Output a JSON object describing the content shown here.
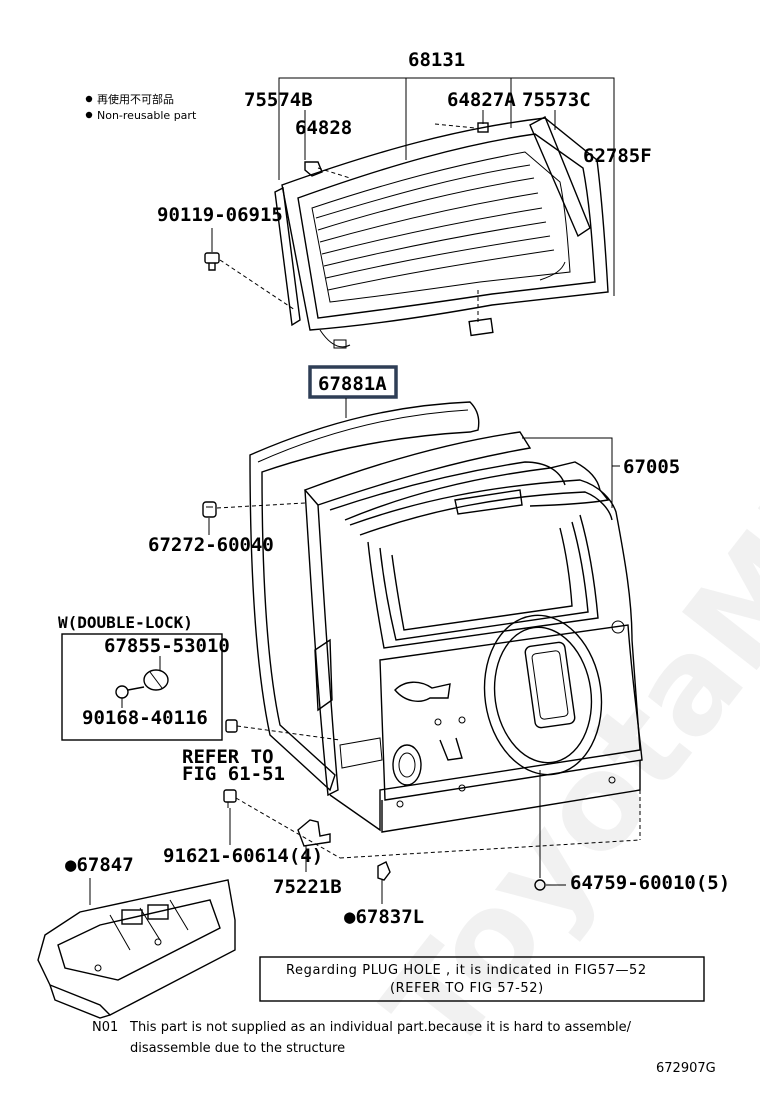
{
  "legend": {
    "non_reusable_jp": "再使用不可部品",
    "non_reusable_en": "Non-reusable part"
  },
  "watermark": "ToyotaMine.ru",
  "labels": {
    "p68131": "68131",
    "p75574B": "75574B",
    "p64828": "64828",
    "p64827A": "64827A",
    "p75573C": "75573C",
    "p62785F": "62785F",
    "p90119": "90119-06915",
    "p67881A": "67881A",
    "p67005": "67005",
    "p67272": "67272-60040",
    "w_double_lock": "W(DOUBLE-LOCK)",
    "p67855": "67855-53010",
    "p90168": "90168-40116",
    "refer_to": "REFER TO",
    "fig_6151": "FIG 61-51",
    "p91621": "91621-60614(4)",
    "p75221B": "75221B",
    "p67847": "●67847",
    "p67837L": "●67837L",
    "p64759": "64759-60010(5)"
  },
  "plug_note": {
    "line1": "Regarding PLUG HOLE , it is indicated in FIG57—52",
    "line2": "(REFER TO FIG 57-52)"
  },
  "footnote": {
    "code": "N01",
    "line1": "This part is not supplied as an individual part.because it is hard to assemble/",
    "line2": "disassemble due to the structure"
  },
  "figure_id": "672907G"
}
